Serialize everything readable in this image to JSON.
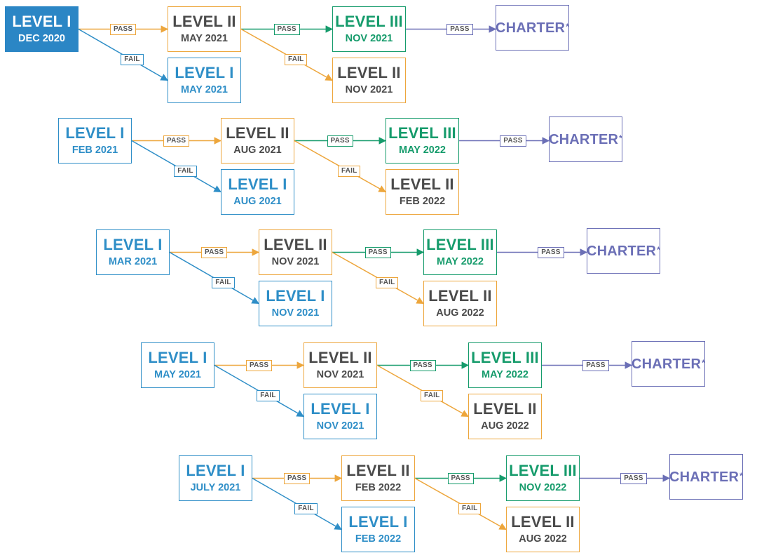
{
  "colors": {
    "level1": "#2e8ec7",
    "level2": "#eda63c",
    "level3": "#159b6b",
    "charter": "#6b6fb6",
    "start_fill": "#2b86c5"
  },
  "labels": {
    "pass": "PASS",
    "fail": "FAIL"
  },
  "paths": [
    {
      "start": {
        "level": "LEVEL I",
        "date": "DEC 2020"
      },
      "level2": {
        "level": "LEVEL II",
        "date": "MAY 2021"
      },
      "retake1": {
        "level": "LEVEL I",
        "date": "MAY 2021"
      },
      "level3": {
        "level": "LEVEL III",
        "date": "NOV 2021"
      },
      "retake2": {
        "level": "LEVEL II",
        "date": "NOV 2021"
      },
      "charter": {
        "text": "CHARTER",
        "mark": "*"
      }
    },
    {
      "start": {
        "level": "LEVEL I",
        "date": "FEB 2021"
      },
      "level2": {
        "level": "LEVEL II",
        "date": "AUG 2021"
      },
      "retake1": {
        "level": "LEVEL I",
        "date": "AUG 2021"
      },
      "level3": {
        "level": "LEVEL III",
        "date": "MAY 2022"
      },
      "retake2": {
        "level": "LEVEL II",
        "date": "FEB 2022"
      },
      "charter": {
        "text": "CHARTER",
        "mark": "*"
      }
    },
    {
      "start": {
        "level": "LEVEL I",
        "date": "MAR 2021"
      },
      "level2": {
        "level": "LEVEL II",
        "date": "NOV 2021"
      },
      "retake1": {
        "level": "LEVEL I",
        "date": "NOV 2021"
      },
      "level3": {
        "level": "LEVEL III",
        "date": "MAY 2022"
      },
      "retake2": {
        "level": "LEVEL II",
        "date": "AUG 2022"
      },
      "charter": {
        "text": "CHARTER",
        "mark": "*"
      }
    },
    {
      "start": {
        "level": "LEVEL I",
        "date": "MAY 2021"
      },
      "level2": {
        "level": "LEVEL II",
        "date": "NOV 2021"
      },
      "retake1": {
        "level": "LEVEL I",
        "date": "NOV 2021"
      },
      "level3": {
        "level": "LEVEL III",
        "date": "MAY 2022"
      },
      "retake2": {
        "level": "LEVEL II",
        "date": "AUG 2022"
      },
      "charter": {
        "text": "CHARTER",
        "mark": "*"
      }
    },
    {
      "start": {
        "level": "LEVEL I",
        "date": "JULY 2021"
      },
      "level2": {
        "level": "LEVEL II",
        "date": "FEB 2022"
      },
      "retake1": {
        "level": "LEVEL I",
        "date": "FEB 2022"
      },
      "level3": {
        "level": "LEVEL III",
        "date": "NOV 2022"
      },
      "retake2": {
        "level": "LEVEL II",
        "date": "AUG 2022"
      },
      "charter": {
        "text": "CHARTER",
        "mark": "*"
      }
    }
  ]
}
